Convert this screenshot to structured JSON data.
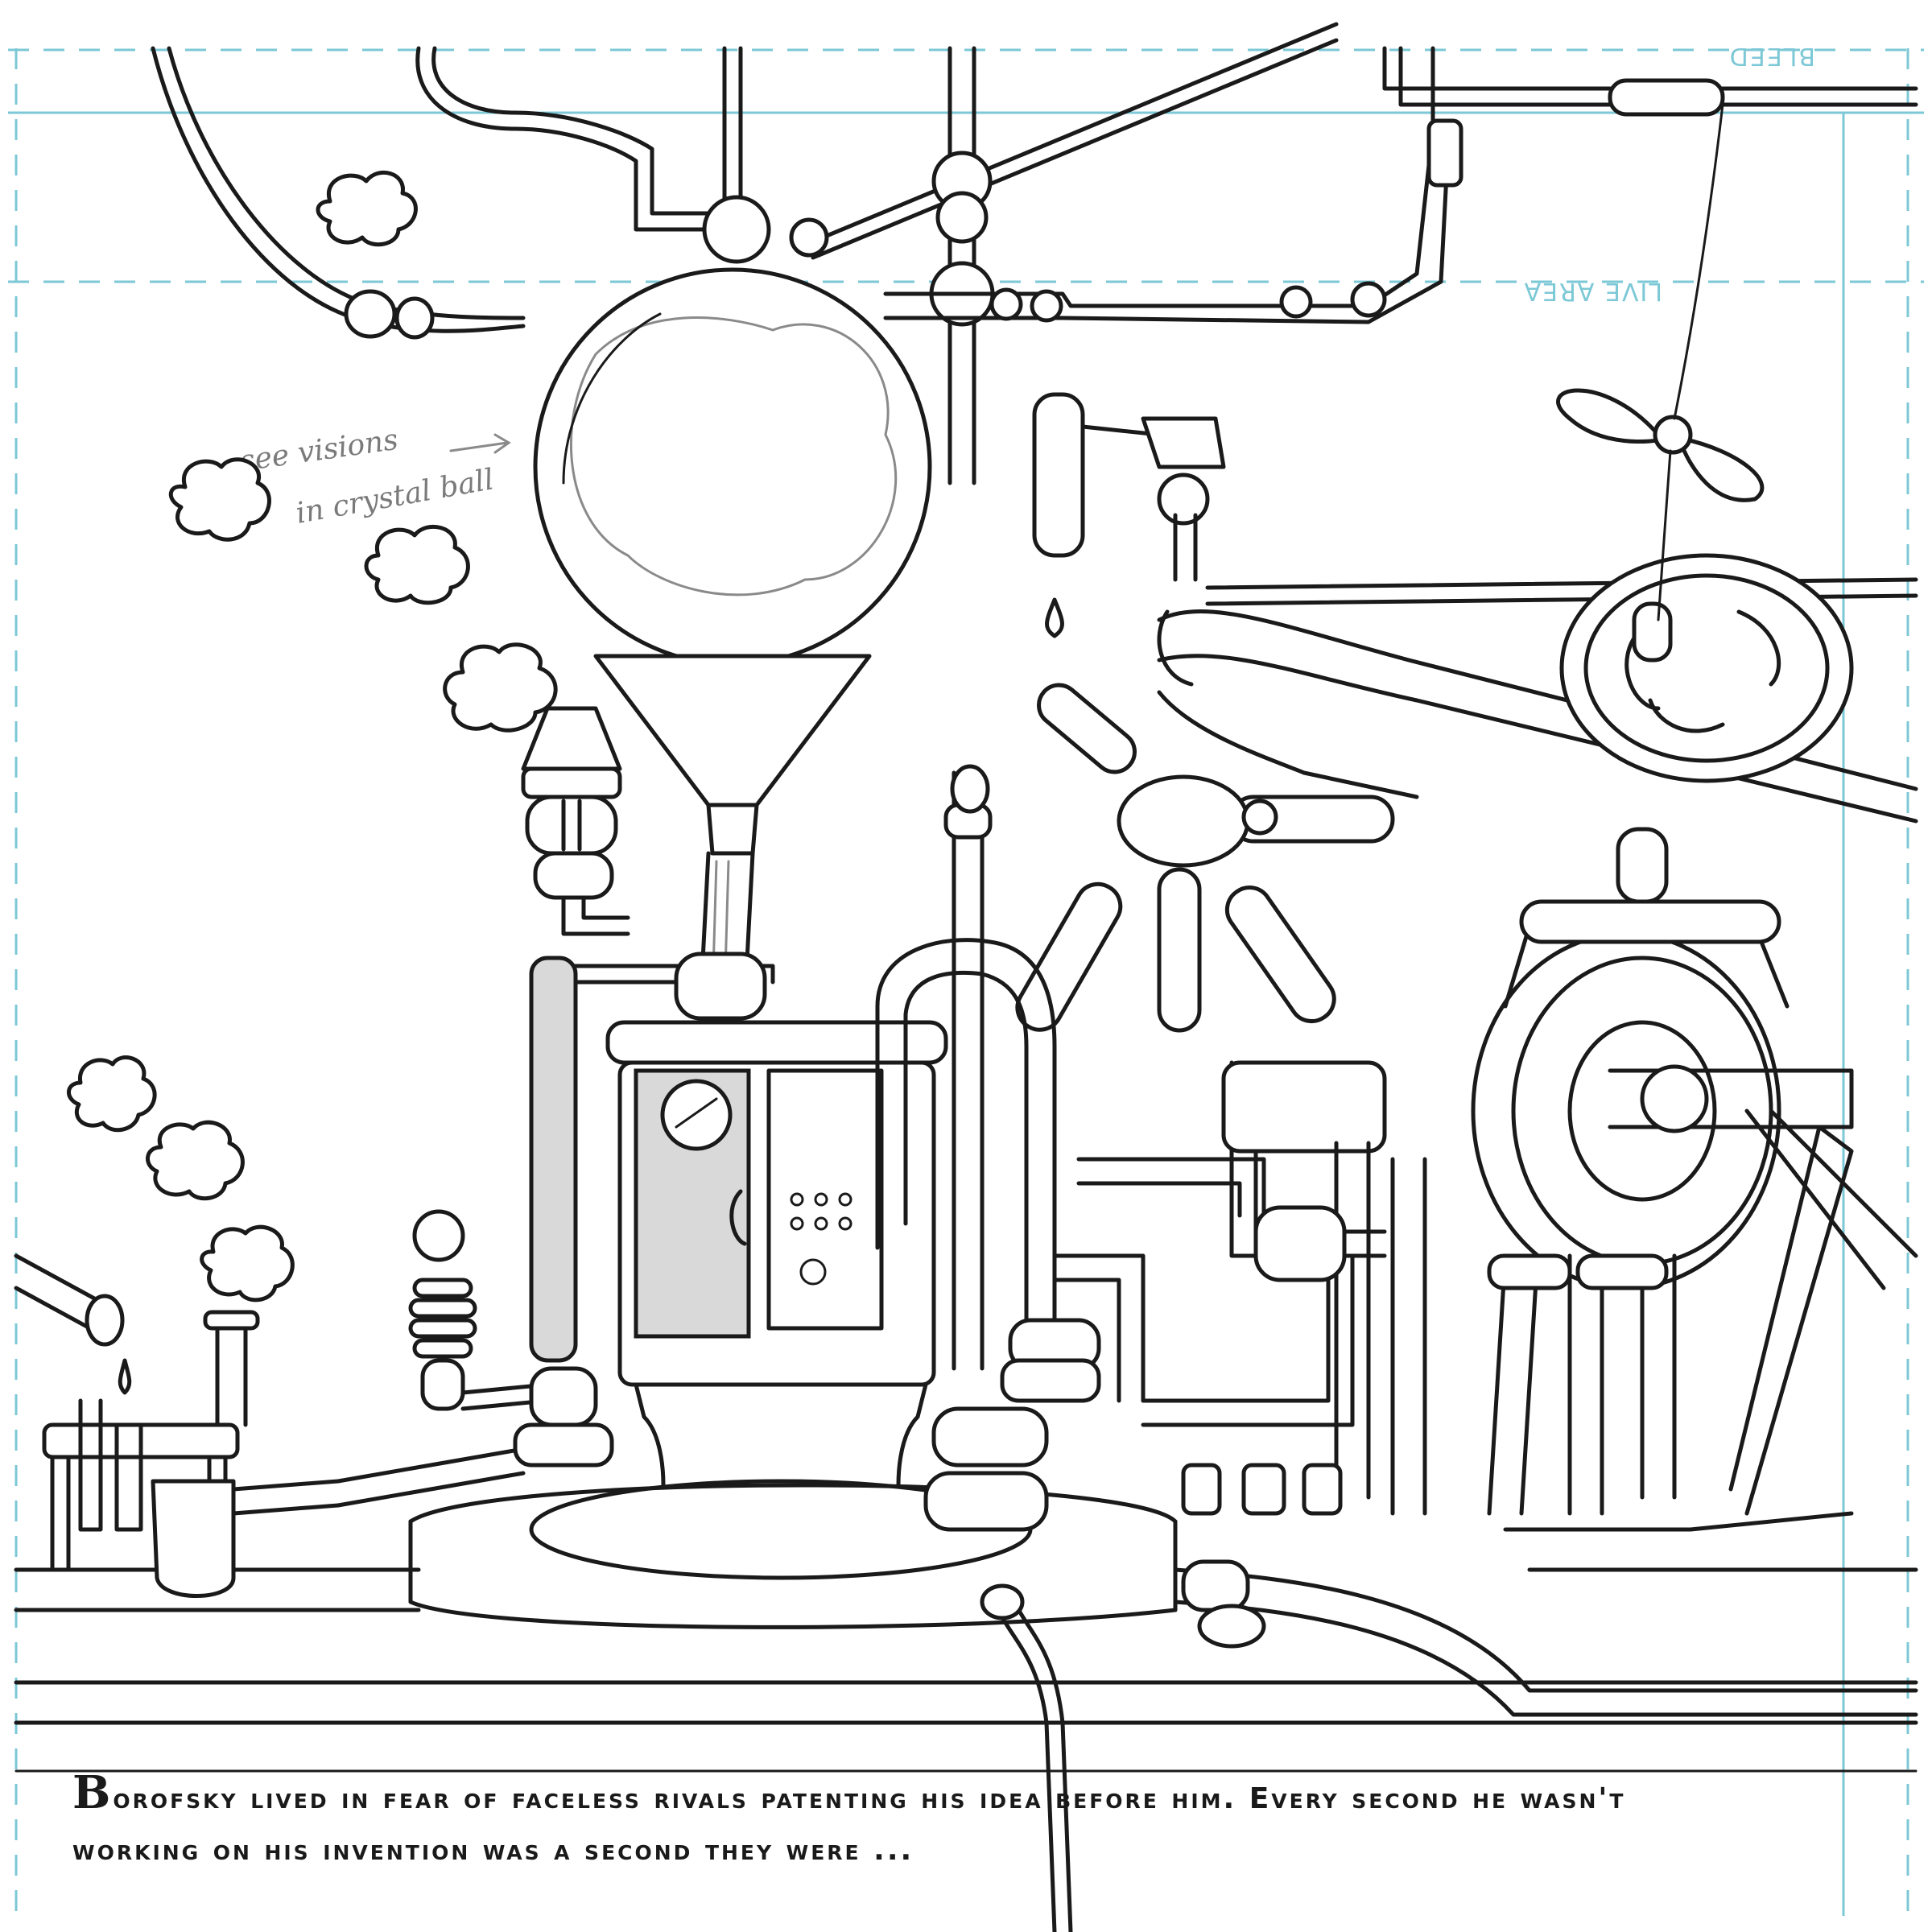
{
  "guides": {
    "bleed_label": "BLEED",
    "live_area_label": "LIVE AREA",
    "guide_color": "#7cc8d6"
  },
  "margin_notes": {
    "line1": "see visions",
    "line2": "in crystal ball"
  },
  "caption": {
    "drop_cap": "B",
    "line1": "orofsky lived in fear of faceless rivals patenting his idea before him.  Every second he wasn't",
    "line2": "working on his invention was a  second they were ..."
  }
}
